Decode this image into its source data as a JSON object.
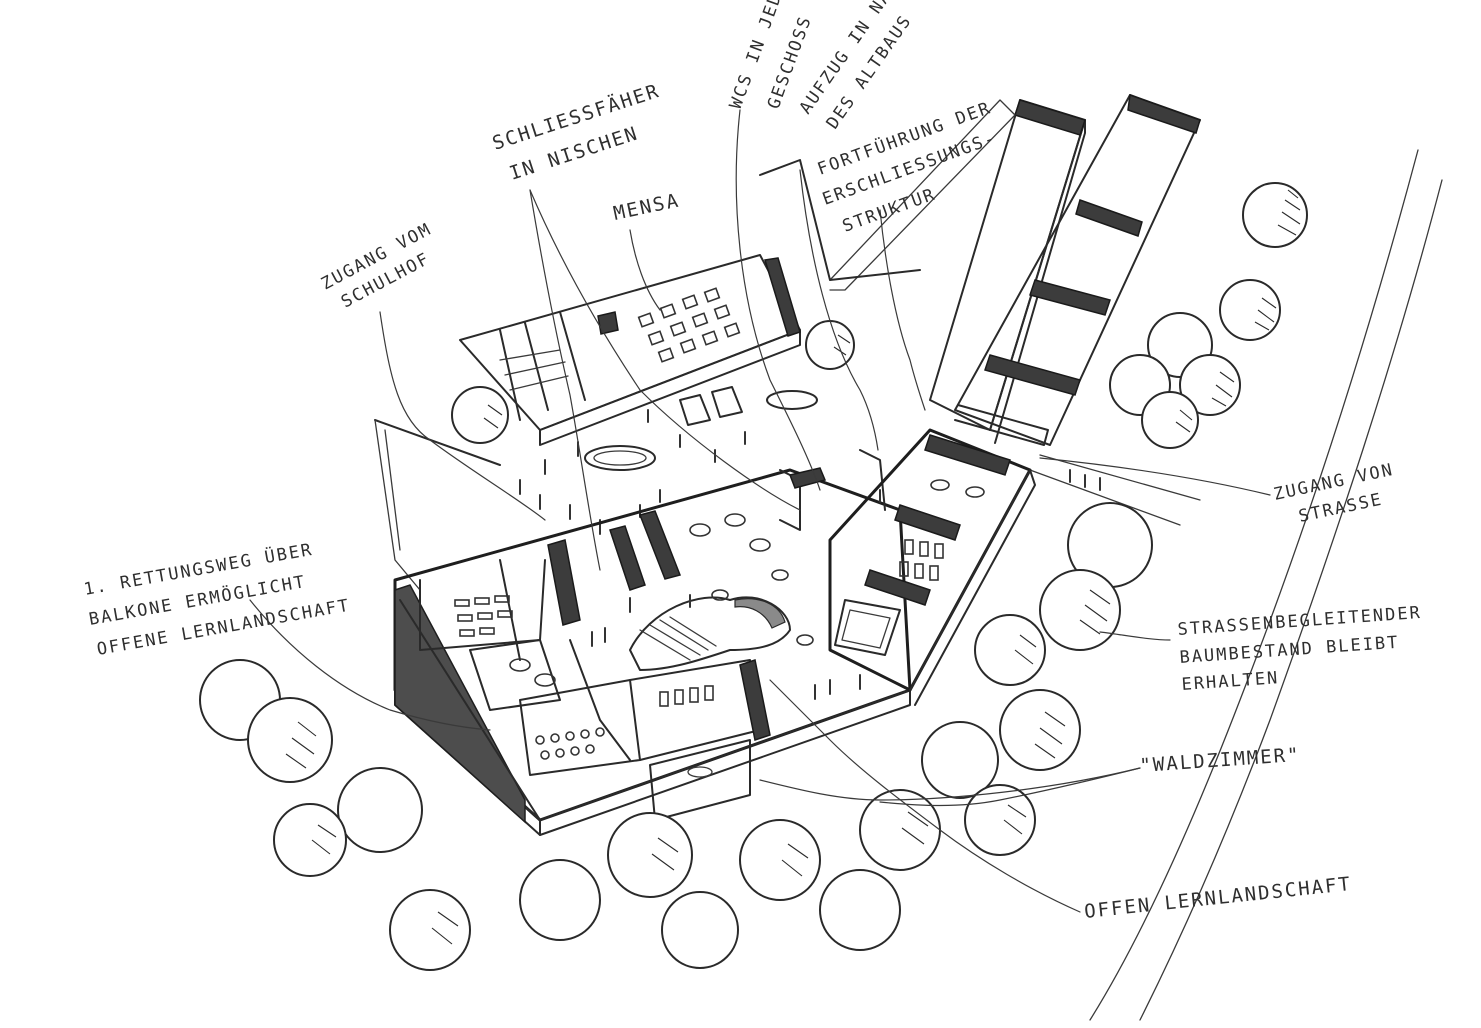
{
  "annotations": {
    "mensa": "MENSA",
    "schliessfaecher": [
      "SCHLIESSFÄHER",
      "IN NISCHEN"
    ],
    "wcs": [
      "WCS IN JEDEM",
      "GESCHOSS"
    ],
    "aufzug": [
      "AUFZUG IN NÄHE",
      "DES ALTBAUS"
    ],
    "fortfuehrung": [
      "FORTFÜHRUNG DER",
      "ERSCHLIESSUNGS-",
      "STRUKTUR"
    ],
    "zugang_schulhof": [
      "ZUGANG VOM",
      "SCHULHOF"
    ],
    "zugang_strasse": [
      "ZUGANG VON",
      "STRASSE"
    ],
    "rettungsweg": [
      "1. RETTUNGSWEG ÜBER",
      "BALKONE ERMÖGLICHT",
      "OFFENE LERNLANDSCHAFT"
    ],
    "baumbestand": [
      "STRASSENBEGLEITENDER",
      "BAUMBESTAND BLEIBT",
      "ERHALTEN"
    ],
    "waldzimmer": "\"WALDZIMMER\"",
    "offene_lernlandschaft": "OFFEN LERNLANDSCHAFT"
  }
}
